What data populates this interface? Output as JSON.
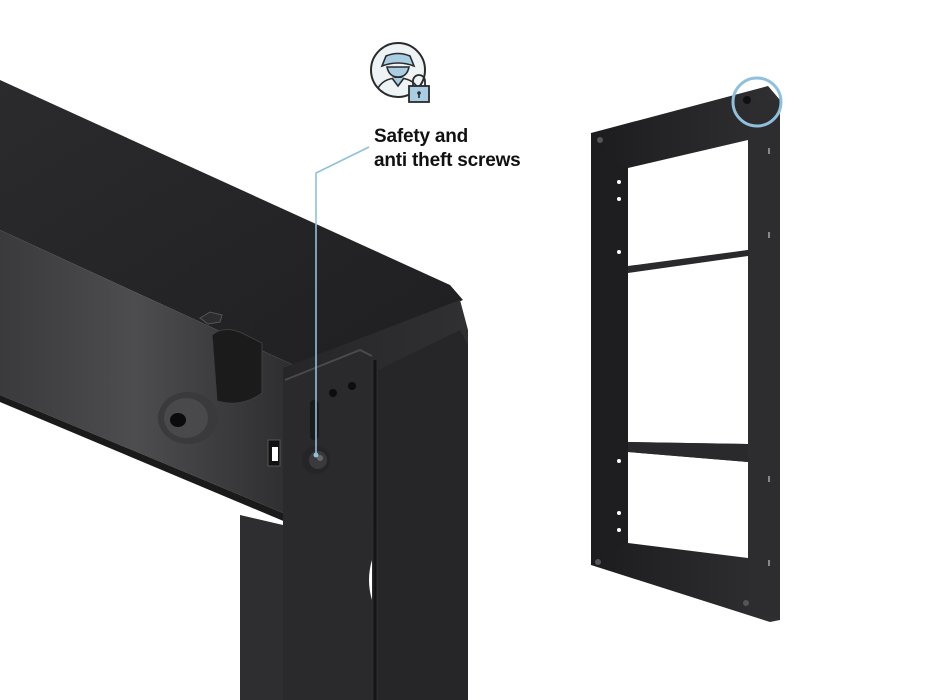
{
  "callout": {
    "line1": "Safety and",
    "line2": "anti theft screws",
    "icon": "anonymous-person-lock-icon"
  },
  "colors": {
    "accent": "#8fc0dc",
    "frame": "#2a2a2c",
    "background": "#ffffff",
    "text": "#111111"
  },
  "scenes": {
    "closeup": "frame-corner-closeup",
    "overview": "full-wall-frame"
  }
}
